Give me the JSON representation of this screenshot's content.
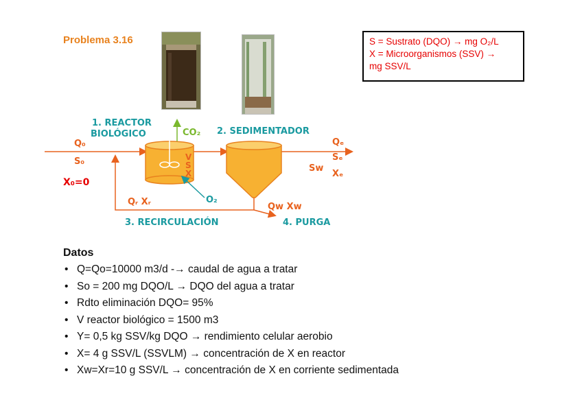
{
  "title": "Problema 3.16",
  "legend": {
    "line1": "S = Sustrato (DQO) → mg O₂/L",
    "line2": "X = Microorganismos (SSV) →",
    "line3": "mg SSV/L"
  },
  "diagram": {
    "reactor_label_1": "1. REACTOR",
    "reactor_label_2": "BIOLÓGICO",
    "co2": "CO₂",
    "sedimentador": "2. SEDIMENTADOR",
    "q0": "Q₀",
    "s0": "S₀",
    "x0": "X₀=0",
    "reactor_v": "V",
    "reactor_s": "S",
    "reactor_x": "X",
    "o2": "O₂",
    "qr_xr": "Qᵣ Xᵣ",
    "recirculacion": "3. RECIRCULACIÓN",
    "qw_xw": "Qw Xw",
    "purga": "4. PURGA",
    "qe": "Qₑ",
    "se": "Sₑ",
    "sw": "Sw",
    "xe": "Xₑ"
  },
  "datos": {
    "heading": "Datos",
    "items": [
      "Q=Qo=10000 m3/d  -→ caudal de agua a tratar",
      "So = 200 mg DQO/L   → DQO del agua a tratar",
      "Rdto eliminación DQO= 95%",
      "V reactor biológico = 1500 m3",
      "Y= 0,5 kg SSV/kg DQO → rendimiento celular aerobio",
      "X= 4 g SSV/L (SSVLM) → concentración de X en reactor",
      "Xw=Xr=10 g SSV/L  → concentración de X en corriente sedimentada"
    ]
  },
  "colors": {
    "teal": "#1a9aa0",
    "orange": "#e8621e",
    "red": "#e60000",
    "tank_fill": "#f7b132",
    "green": "#7ab82e"
  }
}
